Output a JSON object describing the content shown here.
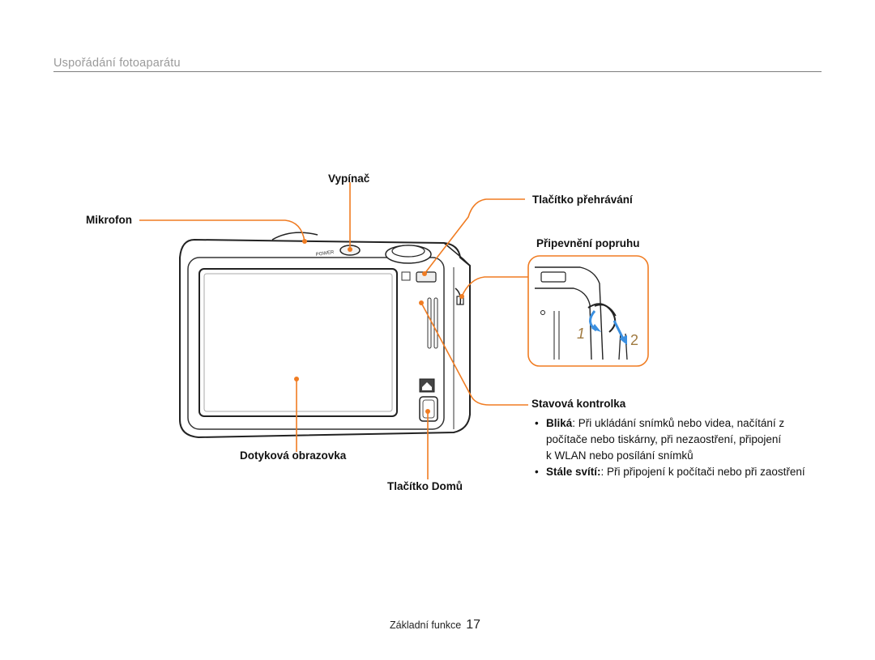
{
  "header": {
    "title": "Uspořádání fotoaparátu"
  },
  "labels": {
    "power": "Vypínač",
    "microphone": "Mikrofon",
    "playback": "Tlačítko přehrávání",
    "strap": "Připevnění popruhu",
    "status_lamp": "Stavová kontrolka",
    "touch_screen": "Dotyková obrazovka",
    "home": "Tlačítko Domů"
  },
  "camera_markings": {
    "power": "POWER"
  },
  "strap_steps": [
    "1",
    "2"
  ],
  "status_lamp_items": [
    {
      "bullet": "•",
      "term": "Bliká",
      "text_line1": ":  Při ukládání snímků nebo videa, načítání z",
      "text_line2": "počítače nebo tiskárny, při nezaostření, připojení",
      "text_line3": "k WLAN nebo posílání snímků"
    },
    {
      "bullet": "•",
      "term": "Stále svítí:",
      "text_line1": ":  Při připojení k počítači nebo při zaostření"
    }
  ],
  "footer": {
    "section": "Základní funkce",
    "page": "17"
  },
  "colors": {
    "callout": "#f07c22",
    "arrow": "#3a8fe0",
    "header_text": "#9a9a9a",
    "rule": "#7d7d7d"
  }
}
